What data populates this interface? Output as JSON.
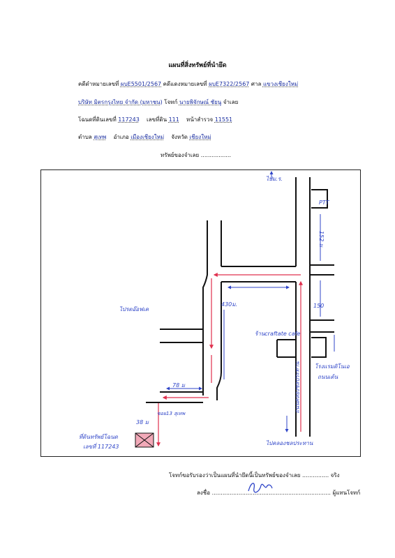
{
  "header": {
    "title": "แผนที่สิ่งทรัพย์ที่นำยึด",
    "line1_prefix": "คดีดำหมายเลขที่",
    "black_case_no": "ผบE5501/2567",
    "line1_mid": "คดีแดงหมายเลขที่",
    "red_case_no": "ผบE7322/2567",
    "line1_court_label": "ศาล",
    "court": "แขวงเชียงใหม่",
    "plaintiff": "บริษัท มิตรกรุงไทย จำกัด (มหาชน)",
    "plaintiff_label": "โจทก์",
    "defendant": "นายพิจักษณ์ ชัยนู",
    "defendant_label": "จำเลย",
    "deed_label": "โฉนดที่ดินเลขที่",
    "deed_no": "117243",
    "land_no_label": "เลขที่ดิน",
    "land_no": "111",
    "survey_label": "หน้าสำรวจ",
    "survey_no": "11551",
    "subdistrict_label": "ตำบล",
    "subdistrict": "สุเทพ",
    "district_label": "อำเภอ",
    "district": "เมืองเชียงใหม่",
    "province_label": "จังหวัด",
    "province": "เชียงใหม่",
    "owner_line": "ทรัพย์ของจำเลย"
  },
  "map_labels": {
    "to_top": "ไปม.ร.",
    "ptt": "PTT",
    "dist_152": "152 ม",
    "dist_430": "430ม.",
    "dist_150": "150",
    "printshop": "ไปรตอ๊อฟเค",
    "cafe": "ร้านcraftate cafe",
    "hotel_line1": "โรงแรมดิโนเอ",
    "hotel_line2": "ถนนเต้น",
    "road_name": "ถนนคลองชลประทาน",
    "dist_78": "78 ม",
    "dist_38": "38 ม",
    "side_note": "ซอย13 สุเทพ",
    "property_line1": "ที่ดินทรัพย์โฉนด",
    "property_line2": "เลขที่ 117243",
    "to_bottom": "ไปคลองชลประทาน"
  },
  "footer": {
    "certify_prefix": "โจทก์ขอรับรองว่าเป็นแผนที่นำยึดนี้เป็นทรัพย์ของจำเลย",
    "certify_suffix": "จริง",
    "sign_label": "ลงชื่อ",
    "sign_role": "ผู้แทนโจทก์"
  },
  "colors": {
    "route": "#e0304e",
    "ink": "#2f45c8",
    "road": "#111111",
    "property_fill": "#f2a9b8"
  }
}
